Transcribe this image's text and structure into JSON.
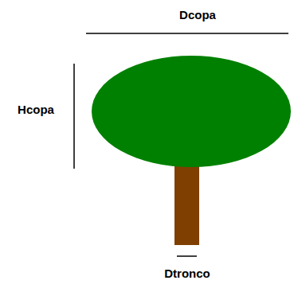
{
  "diagram": {
    "labels": [
      "Dcopa",
      "Hcopa",
      "Dtronco"
    ]
  }
}
